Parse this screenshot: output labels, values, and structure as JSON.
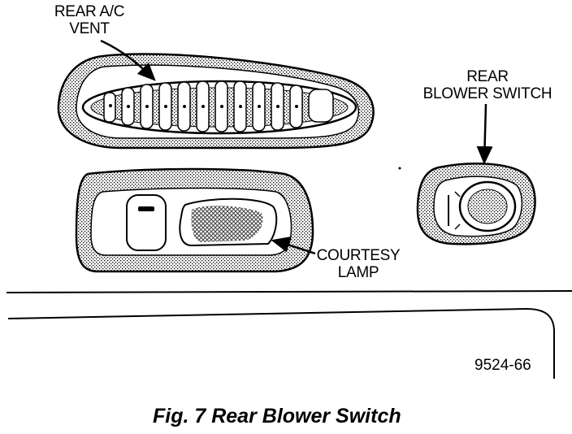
{
  "labels": {
    "rear_ac_vent": [
      "REAR A/C",
      "VENT"
    ],
    "rear_blower_switch": [
      "REAR",
      "BLOWER SWITCH"
    ],
    "courtesy_lamp": [
      "COURTESY",
      "LAMP"
    ]
  },
  "figure_code": "9524-66",
  "caption": "Fig. 7 Rear Blower Switch"
}
